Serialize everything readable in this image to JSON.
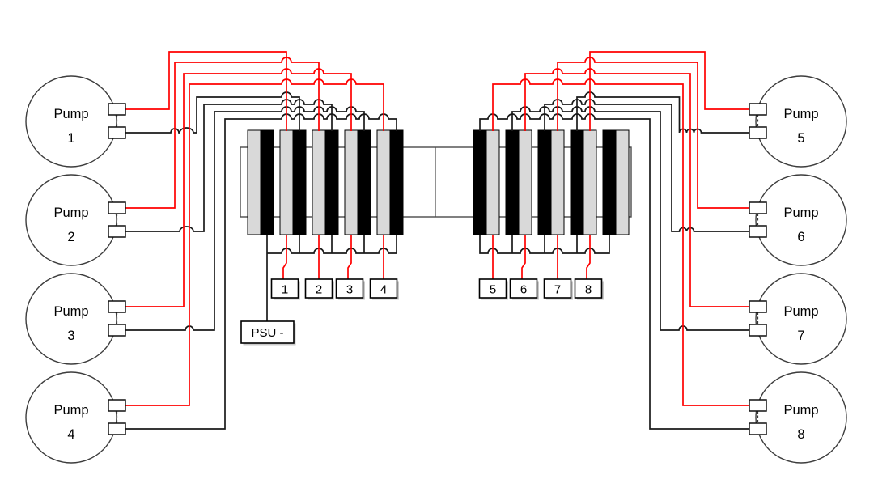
{
  "diagram": {
    "pumps": [
      {
        "label": "Pump",
        "number": "1"
      },
      {
        "label": "Pump",
        "number": "2"
      },
      {
        "label": "Pump",
        "number": "3"
      },
      {
        "label": "Pump",
        "number": "4"
      },
      {
        "label": "Pump",
        "number": "5"
      },
      {
        "label": "Pump",
        "number": "6"
      },
      {
        "label": "Pump",
        "number": "7"
      },
      {
        "label": "Pump",
        "number": "8"
      }
    ],
    "channels": [
      "1",
      "2",
      "3",
      "4",
      "5",
      "6",
      "7",
      "8"
    ],
    "psu_label": "PSU -",
    "colors": {
      "positive_wire": "#ff0000",
      "negative_wire": "#1a1a1a",
      "module_gray": "#d9d9d9",
      "module_black": "#000000"
    }
  }
}
